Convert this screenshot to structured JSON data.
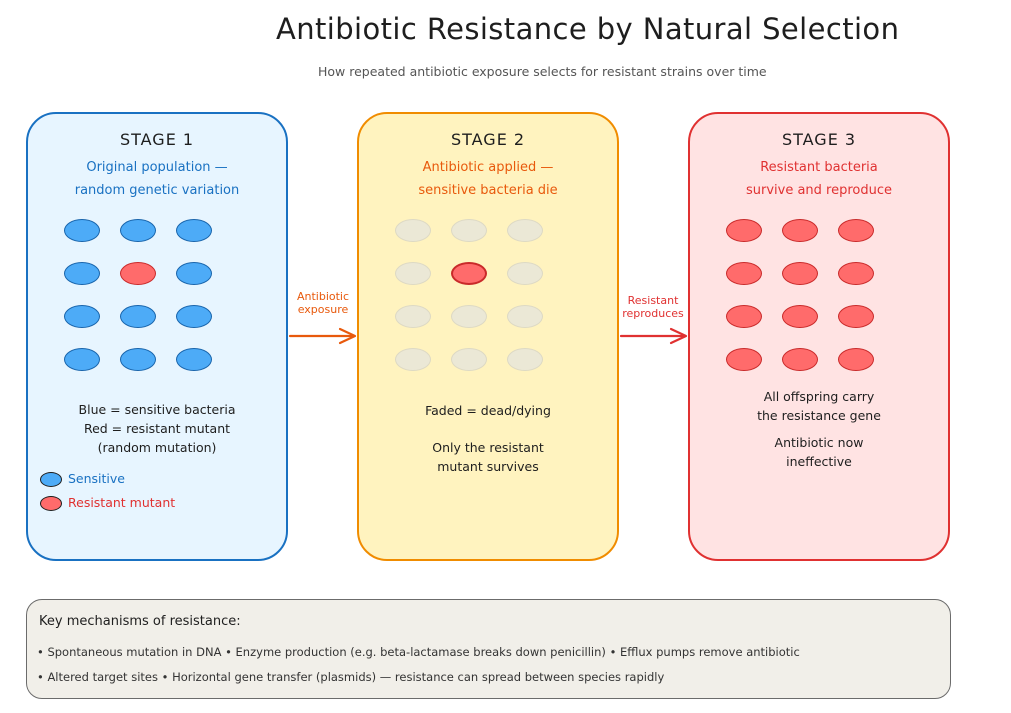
{
  "title": "Antibiotic Resistance by Natural Selection",
  "subtitle": "How repeated antibiotic exposure selects for resistant strains over time",
  "colors": {
    "sensitive": "#4dabf7",
    "resistant": "#ff6b6b",
    "faded": "#ebe8d6",
    "stage1_accent": "#1971c2",
    "stage2_accent": "#f08c00",
    "stage3_accent": "#e03131"
  },
  "stages": [
    {
      "label": "STAGE 1",
      "desc_line1": "Original population —",
      "desc_line2": "random genetic variation",
      "grid": [
        [
          "sensitive",
          "sensitive",
          "sensitive"
        ],
        [
          "sensitive",
          "resistant",
          "sensitive"
        ],
        [
          "sensitive",
          "sensitive",
          "sensitive"
        ],
        [
          "sensitive",
          "sensitive",
          "sensitive"
        ]
      ],
      "note_lines": [
        "Blue = sensitive bacteria",
        "Red = resistant mutant",
        "(random mutation)"
      ],
      "legend": [
        {
          "type": "sensitive",
          "label": "Sensitive"
        },
        {
          "type": "resistant",
          "label": "Resistant mutant"
        }
      ]
    },
    {
      "label": "STAGE 2",
      "desc_line1": "Antibiotic applied —",
      "desc_line2": "sensitive bacteria die",
      "grid": [
        [
          "faded",
          "faded",
          "faded"
        ],
        [
          "faded",
          "resistant",
          "faded"
        ],
        [
          "faded",
          "faded",
          "faded"
        ],
        [
          "faded",
          "faded",
          "faded"
        ]
      ],
      "note1": "Faded = dead/dying",
      "note2_lines": [
        "Only the resistant",
        "mutant survives"
      ]
    },
    {
      "label": "STAGE 3",
      "desc_line1": "Resistant bacteria",
      "desc_line2": "survive and reproduce",
      "grid": [
        [
          "resistant",
          "resistant",
          "resistant"
        ],
        [
          "resistant",
          "resistant",
          "resistant"
        ],
        [
          "resistant",
          "resistant",
          "resistant"
        ],
        [
          "resistant",
          "resistant",
          "resistant"
        ]
      ],
      "note1_lines": [
        "All offspring carry",
        "the resistance gene"
      ],
      "note2_lines": [
        "Antibiotic now",
        "ineffective"
      ]
    }
  ],
  "arrows": [
    {
      "line1": "Antibiotic",
      "line2": "exposure",
      "color": "#e8590c"
    },
    {
      "line1": "Resistant",
      "line2": "reproduces",
      "color": "#e03131"
    }
  ],
  "key": {
    "title": "Key mechanisms of resistance:",
    "line1": "• Spontaneous mutation in DNA    • Enzyme production (e.g. beta-lactamase breaks down penicillin)    • Efflux pumps remove antibiotic",
    "line2": "• Altered target sites    • Horizontal gene transfer (plasmids) — resistance can spread between species rapidly"
  }
}
